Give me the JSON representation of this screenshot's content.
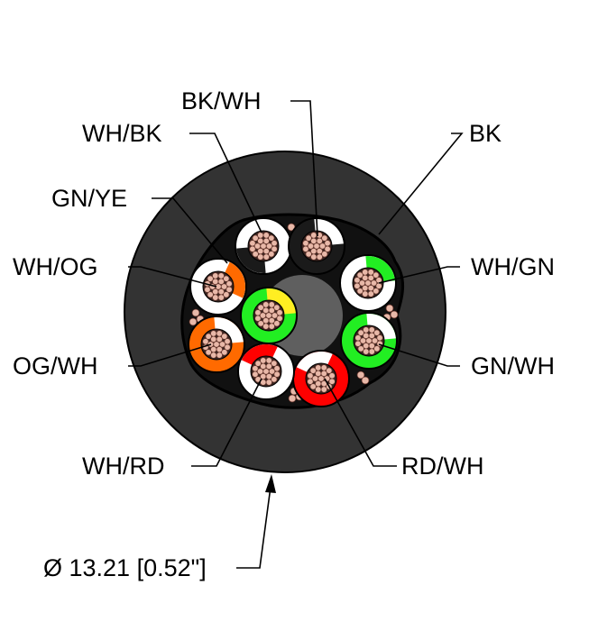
{
  "labels": {
    "bk_wh": "BK/WH",
    "wh_bk": "WH/BK",
    "bk": "BK",
    "gn_ye": "GN/YE",
    "wh_og": "WH/OG",
    "wh_gn": "WH/GN",
    "og_wh": "OG/WH",
    "gn_wh": "GN/WH",
    "wh_rd": "WH/RD",
    "rd_wh": "RD/WH",
    "diameter": "Ø 13.21 [0.52\"]"
  },
  "colors": {
    "jacket": "#333333",
    "inner": "#5f5f5f",
    "black": "#1a1a1a",
    "white": "#ffffff",
    "green": "#22ee22",
    "yellow": "#ffee22",
    "orange": "#ff6a00",
    "red": "#ff0000",
    "copper": "#e8b8a8"
  },
  "conductors": [
    {
      "name": "WH/BK",
      "base": "white",
      "stripe": "black"
    },
    {
      "name": "BK/WH",
      "base": "black",
      "stripe": "white"
    },
    {
      "name": "WH/GN",
      "base": "white",
      "stripe": "green"
    },
    {
      "name": "GN/WH",
      "base": "green",
      "stripe": "white"
    },
    {
      "name": "RD/WH",
      "base": "red",
      "stripe": "white"
    },
    {
      "name": "WH/RD",
      "base": "white",
      "stripe": "red"
    },
    {
      "name": "OG/WH",
      "base": "orange",
      "stripe": "white"
    },
    {
      "name": "WH/OG",
      "base": "white",
      "stripe": "orange"
    },
    {
      "name": "GN/YE",
      "base": "green",
      "stripe": "yellow"
    }
  ]
}
